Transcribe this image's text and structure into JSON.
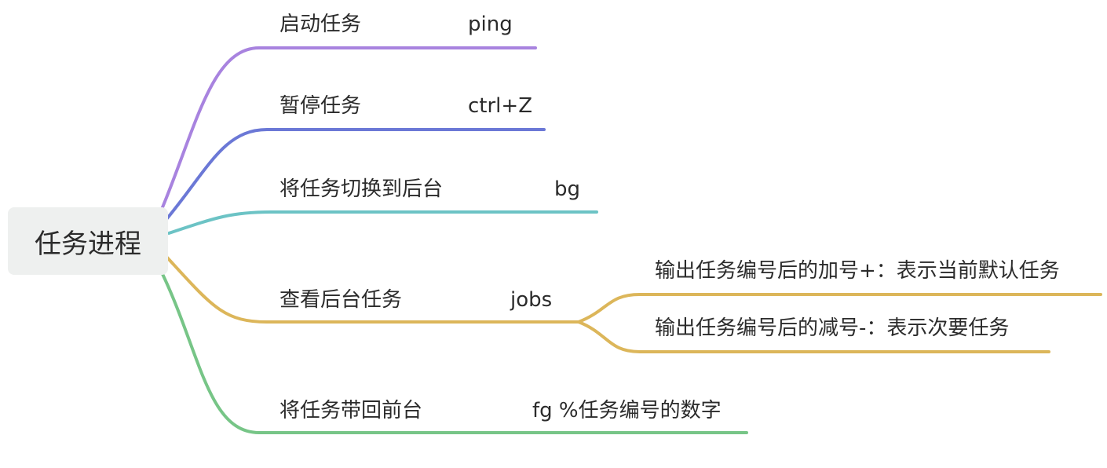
{
  "root": {
    "label": "任务进程"
  },
  "branches": [
    {
      "label": "启动任务",
      "command": "ping",
      "color": "#a883df"
    },
    {
      "label": "暂停任务",
      "command": "ctrl+Z",
      "color": "#6b78d6"
    },
    {
      "label": "将任务切换到后台",
      "command": "bg",
      "color": "#6cc3c5"
    },
    {
      "label": "查看后台任务",
      "command": "jobs",
      "color": "#dcb65a",
      "children": [
        {
          "label": "输出任务编号后的加号+：表示当前默认任务"
        },
        {
          "label": "输出任务编号后的减号-：表示次要任务"
        }
      ]
    },
    {
      "label": "将任务带回前台",
      "command": "fg %任务编号的数字",
      "color": "#77c587"
    }
  ]
}
